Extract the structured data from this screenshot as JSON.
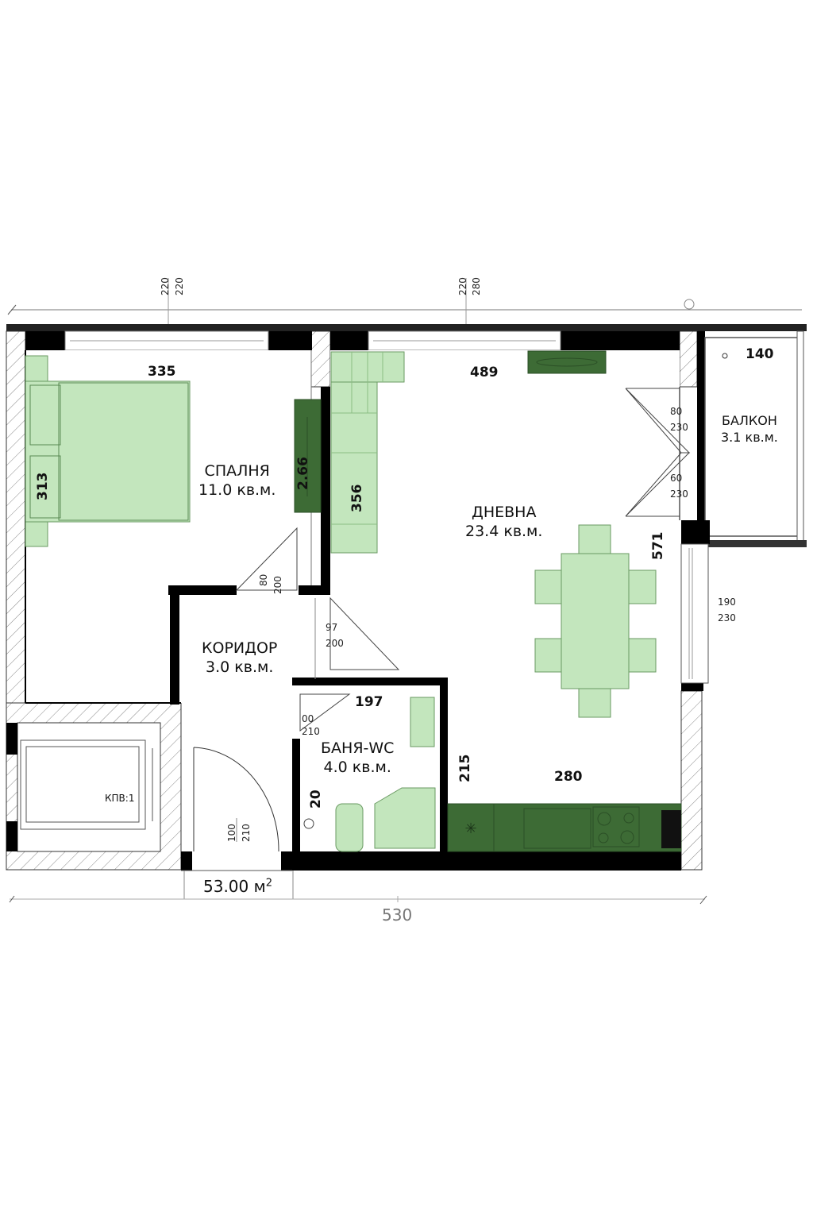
{
  "plan": {
    "total_area_value": "53.00 м",
    "total_area_sup": "2",
    "overall_width": "530",
    "elevator_label": "КПВ:1",
    "top_marks": {
      "left_window": [
        "220",
        "220"
      ],
      "right_window": [
        "220",
        "280"
      ]
    }
  },
  "rooms": {
    "bedroom": {
      "name": "СПАЛНЯ",
      "area": "11.0 кв.м.",
      "width_dim": "335",
      "height_dim": "313",
      "wardrobe_dim": "2.66"
    },
    "living": {
      "name": "ДНЕВНА",
      "area": "23.4 кв.м.",
      "width_dim": "489",
      "sofa_dim": "356",
      "height_dim": "571",
      "kitchen_height_dim": "215",
      "kitchen_width_dim": "280"
    },
    "balcony": {
      "name": "БАЛКОН",
      "area": "3.1 кв.м.",
      "width_dim": "140"
    },
    "corridor": {
      "name": "КОРИДОР",
      "area": "3.0 кв.м."
    },
    "bathroom": {
      "name": "БАНЯ-WC",
      "area": "4.0 кв.м.",
      "width_dim": "197",
      "side_dim": "20"
    }
  },
  "doors": {
    "bedroom_door": [
      "80",
      "200"
    ],
    "living_door": [
      "97",
      "200"
    ],
    "bath_door": [
      "00",
      "210"
    ],
    "entrance_door": [
      "100",
      "210"
    ],
    "balcony_door_1": [
      "80",
      "230"
    ],
    "balcony_door_2": [
      "60",
      "230"
    ],
    "living_window": [
      "190",
      "230"
    ]
  },
  "colors": {
    "furniture_light": "#c3e6bd",
    "furniture_dark": "#3d6b35",
    "wall": "#000000"
  }
}
